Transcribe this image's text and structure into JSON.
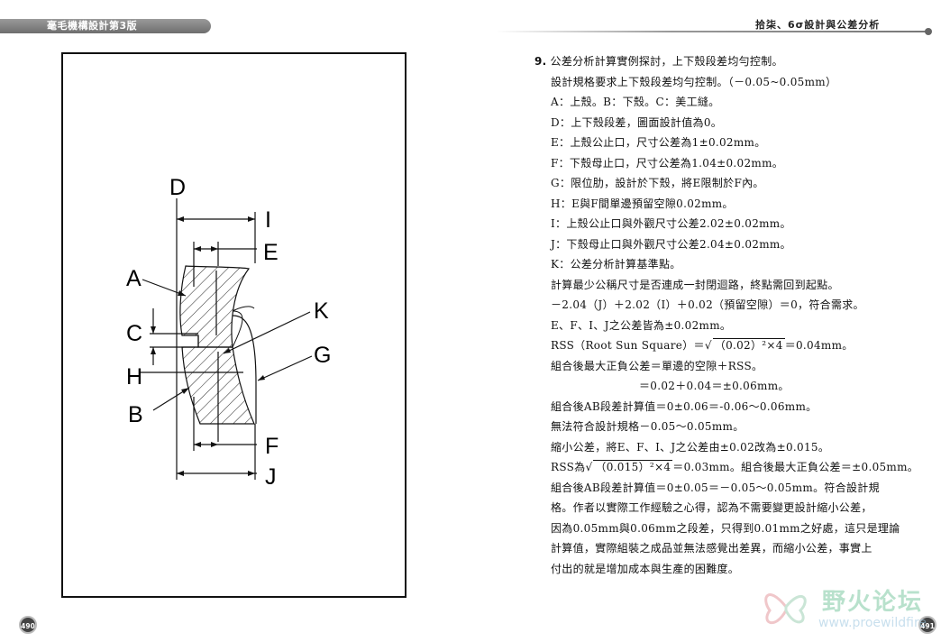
{
  "header": {
    "left_title": "毫毛機構設計第3版",
    "right_title": "拾柒、6σ設計與公差分析"
  },
  "figure": {
    "labels": {
      "D": "D",
      "I": "I",
      "E": "E",
      "A": "A",
      "K": "K",
      "C": "C",
      "G": "G",
      "H": "H",
      "B": "B",
      "F": "F",
      "J": "J"
    }
  },
  "content": {
    "item_number": "9.",
    "lines": [
      "公差分析計算實例探討，上下殼段差均勻控制。",
      "設計規格要求上下殼段差均勻控制。（－0.05~0.05mm）",
      "A：上殼。B：下殼。C：美工縫。",
      "D：上下殼段差，圖面設計值為0。",
      "E：上殼公止口，尺寸公差為1±0.02mm。",
      "F：下殼母止口，尺寸公差為1.04±0.02mm。",
      "G：限位肋，設計於下殼，將E限制於F內。",
      "H：E與F間單邊預留空隙0.02mm。",
      "I：上殼公止口與外觀尺寸公差2.02±0.02mm。",
      "J：下殼母止口與外觀尺寸公差2.04±0.02mm。",
      "K：公差分析計算基準點。",
      "計算最少公稱尺寸是否連成一封閉迴路，終點需回到起點。",
      "－2.04（J）＋2.02（I）＋0.02（預留空隙）＝0，符合需求。",
      "E、F、I、J之公差皆為±0.02mm。"
    ],
    "rss_line": {
      "prefix": "RSS（Root Sun Square）＝",
      "radicand": "（0.02）²×4",
      "suffix": "＝0.04mm。"
    },
    "lines_after_rss": [
      "組合後最大正負公差＝單邊的空隙＋RSS。",
      "＝0.02＋0.04＝±0.06mm。",
      "組合後AB段差計算值＝0±0.06＝-0.06～0.06mm。",
      "無法符合設計規格－0.05～0.05mm。",
      "縮小公差，將E、F、I、J之公差由±0.02改為±0.015。"
    ],
    "rss2_line": {
      "prefix": "RSS為",
      "radicand": "（0.015）²×4",
      "suffix": "＝0.03mm。組合後最大正負公差＝±0.05mm。"
    },
    "closing_lines": [
      "組合後AB段差計算值＝0±0.05＝－0.05～0.05mm。符合設計規",
      "格。作者以實際工作經驗之心得，認為不需要變更設計縮小公差，",
      "因為0.05mm與0.06mm之段差，只得到0.01mm之好處，這只是理論",
      "計算值，實際組裝之成品並無法感覺出差異，而縮小公差，事實上",
      "付出的就是增加成本與生產的困難度。"
    ]
  },
  "page_numbers": {
    "left": "490",
    "right": "491"
  },
  "watermark": {
    "cn": "野火论坛",
    "url": "www.proewildfire"
  }
}
